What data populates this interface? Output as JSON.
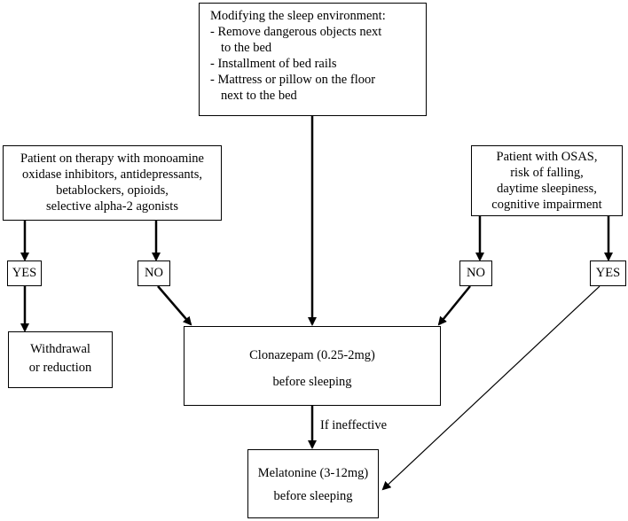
{
  "env_box": {
    "lines": [
      "Modifying the sleep environment:",
      "- Remove dangerous objects next",
      "to the bed",
      "- Installment of bed rails",
      "- Mattress or pillow on the floor",
      "next to the bed"
    ]
  },
  "left_box": {
    "lines": [
      "Patient on therapy with monoamine",
      "oxidase inhibitors, antidepressants,",
      "betablockers, opioids,",
      "selective alpha-2 agonists"
    ]
  },
  "right_box": {
    "lines": [
      "Patient with OSAS,",
      "risk of falling,",
      "daytime sleepiness,",
      "cognitive impairment"
    ]
  },
  "left_yes": "YES",
  "left_no": "NO",
  "right_no": "NO",
  "right_yes": "YES",
  "withdrawal_box": {
    "lines": [
      "Withdrawal",
      "or reduction"
    ]
  },
  "clonazepam_box": {
    "lines": [
      "Clonazepam (0.25-2mg)",
      "before sleeping"
    ]
  },
  "edge_label": "If ineffective",
  "melatonine_box": {
    "lines": [
      "Melatonine (3-12mg)",
      "before sleeping"
    ]
  }
}
